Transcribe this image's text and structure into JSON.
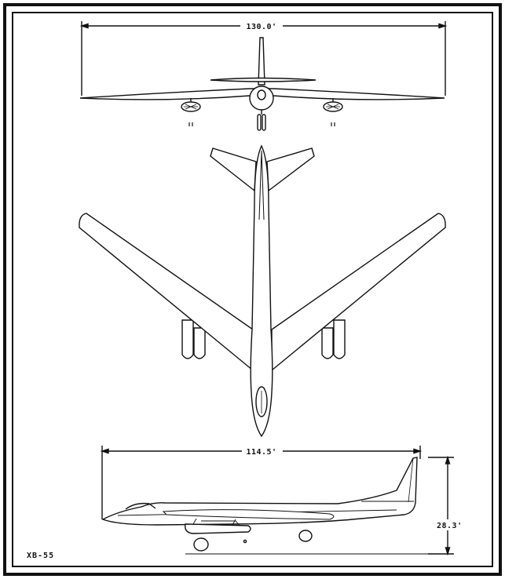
{
  "drawing": {
    "wingspan_label": "130.0'",
    "length_label": "114.5'",
    "height_label": "28.3'",
    "designation": "XB-55"
  },
  "colors": {
    "ink": "#111111",
    "paper": "#ffffff"
  }
}
